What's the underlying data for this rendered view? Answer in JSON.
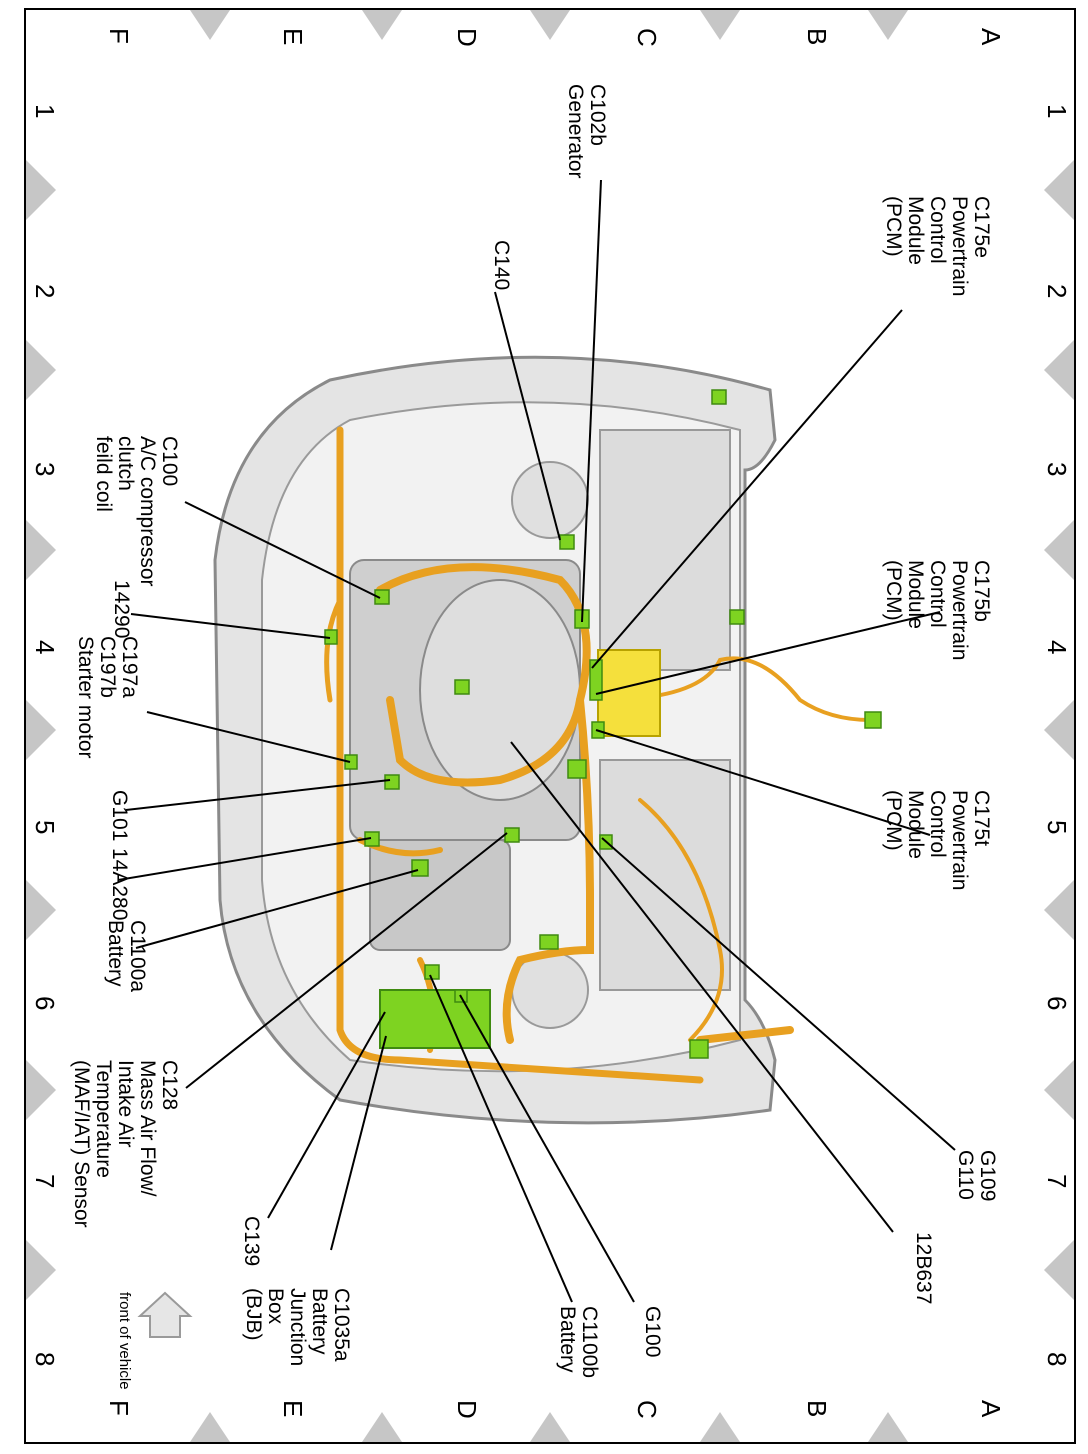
{
  "grid": {
    "rows": [
      "A",
      "B",
      "C",
      "D",
      "E",
      "F"
    ],
    "columns": [
      "1",
      "2",
      "3",
      "4",
      "5",
      "6",
      "7",
      "8"
    ]
  },
  "connectors": {
    "c102b": "C102b\nGenerator",
    "c175e": "C175e\nPowertrain\nControl\nModule (PCM)",
    "c140": "C140",
    "c175b": "C175b\nPowertrain\nControl\nModule (PCM)",
    "c175t": "C175t\nPowertrain\nControl\nModule (PCM)",
    "g109": "G109\nG110",
    "p12b637": "12B637",
    "g100": "G100",
    "c1100b": "C1100b\nBattery",
    "c1035a": "C1035a\nBattery\nJunction\nBox\n(BJB)",
    "c139": "C139",
    "c128": "C128\nMass Air Flow/\nIntake Air\nTemperature\n(MAF/IAT) Sensor",
    "c1100a": "C1100a\nBattery",
    "p14a280": "14A280",
    "g101": "G101",
    "c197": "C197a\nC197b\nStarter motor",
    "p14290": "14290",
    "c100": "C100\nA/C compressor\nclutch\nfeild coil"
  },
  "front_label": "front of vehicle",
  "colors": {
    "harness": "#e8a020",
    "connector": "#7ed321",
    "pcm": "#f5e03c",
    "body": "#d0d0d0",
    "marker": "#c4c4c4"
  }
}
